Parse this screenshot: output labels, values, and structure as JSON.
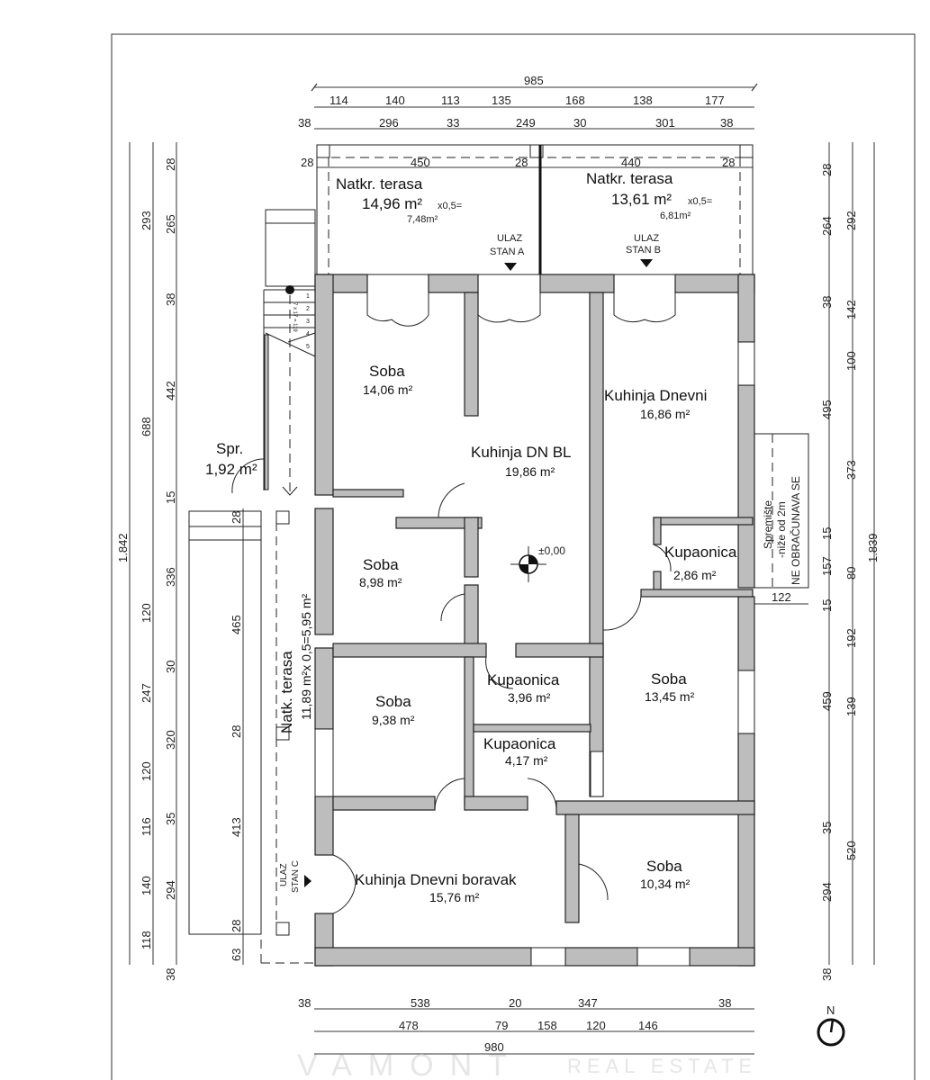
{
  "watermark": {
    "brand": "VAMONT",
    "sub": "REAL ESTATE"
  },
  "dimensions": {
    "top_total": "985",
    "top_row2": [
      "114",
      "140",
      "113",
      "135",
      "168",
      "138",
      "177"
    ],
    "top_row3": [
      "38",
      "296",
      "33",
      "249",
      "30",
      "301",
      "38"
    ],
    "top_row4": [
      "28",
      "450",
      "28",
      "440",
      "28"
    ],
    "bottom_row1": [
      "38",
      "538",
      "20",
      "347",
      "38"
    ],
    "bottom_row2": [
      "478",
      "79",
      "158",
      "120",
      "146"
    ],
    "bottom_total": "980",
    "left_total": "1.842",
    "left_col2": [
      "293",
      "688",
      "120",
      "247",
      "120",
      "116",
      "140",
      "118"
    ],
    "left_col3": [
      "28",
      "265",
      "38",
      "442",
      "15",
      "336",
      "30",
      "320",
      "35",
      "294",
      "38"
    ],
    "left_inner": [
      "28",
      "465",
      "28",
      "413",
      "28",
      "63"
    ],
    "right_col1": [
      "28",
      "264",
      "38",
      "495",
      "15",
      "157",
      "15",
      "459",
      "35",
      "294",
      "38"
    ],
    "right_col2": [
      "292",
      "142",
      "100",
      "373",
      "80",
      "192",
      "139",
      "520"
    ],
    "right_total": "1.839",
    "storage_width": "122"
  },
  "rooms": {
    "terrace_a": {
      "name": "Natkr. terasa",
      "area": "14,96 m²",
      "factor": "x0,5=",
      "result": "7,48m²"
    },
    "terrace_b": {
      "name": "Natkr. terasa",
      "area": "13,61 m²",
      "factor": "x0,5=",
      "result": "6,81m²"
    },
    "terrace_c": {
      "name": "Natk. terasa",
      "area": "11,89 m²x 0,5=5,95 m²"
    },
    "soba1": {
      "name": "Soba",
      "area": "14,06 m²"
    },
    "kuhinja_dn_bl": {
      "name": "Kuhinja DN BL",
      "area": "19,86 m²"
    },
    "kuhinja_dnevni": {
      "name": "Kuhinja Dnevni",
      "area": "16,86 m²"
    },
    "spr": {
      "name": "Spr.",
      "area": "1,92 m²"
    },
    "soba2": {
      "name": "Soba",
      "area": "8,98 m²"
    },
    "kupaonica1": {
      "name": "Kupaonica",
      "area": "2,86 m²"
    },
    "kupaonica2": {
      "name": "Kupaonica",
      "area": "3,96 m²"
    },
    "soba3": {
      "name": "Soba",
      "area": "9,38 m²"
    },
    "soba4": {
      "name": "Soba",
      "area": "13,45 m²"
    },
    "kupaonica3": {
      "name": "Kupaonica",
      "area": "4,17 m²"
    },
    "kuhinja_db": {
      "name": "Kuhinja Dnevni boravak",
      "area": "15,76 m²"
    },
    "soba5": {
      "name": "Soba",
      "area": "10,34 m²"
    },
    "storage": {
      "line1": "Spremište",
      "line2": "-niže od 2m",
      "line3": "NE OBRAČUNAVA SE"
    }
  },
  "entrances": {
    "a": {
      "line1": "ULAZ",
      "line2": "STAN A"
    },
    "b": {
      "line1": "ULAZ",
      "line2": "STAN B"
    },
    "c": {
      "line1": "ULAZ",
      "line2": "STAN C"
    }
  },
  "stairs": {
    "steps": [
      "1",
      "2",
      "3",
      "4",
      "5"
    ],
    "label": "7 x 17 = 119"
  },
  "level": "±0,00",
  "north": "N"
}
